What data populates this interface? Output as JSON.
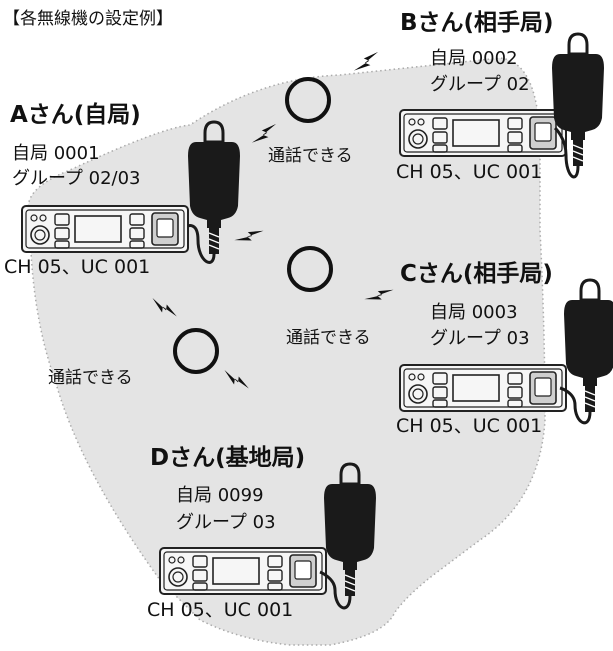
{
  "title": "【各無線機の設定例】",
  "stations": {
    "a": {
      "name": "Aさん(自局)",
      "own_id": "自局 0001",
      "group": "グループ 02/03",
      "channel": "CH 05、UC 001"
    },
    "b": {
      "name": "Bさん(相手局)",
      "own_id": "自局 0002",
      "group": "グループ 02",
      "channel": "CH 05、UC 001"
    },
    "c": {
      "name": "Cさん(相手局)",
      "own_id": "自局 0003",
      "group": "グループ 03",
      "channel": "CH 05、UC 001"
    },
    "d": {
      "name": "Dさん(基地局)",
      "own_id": "自局 0099",
      "group": "グループ 03",
      "channel": "CH 05、UC 001"
    }
  },
  "links": {
    "ab": {
      "label": "通話できる",
      "status": "○"
    },
    "ac": {
      "label": "通話できる",
      "status": "○"
    },
    "ad": {
      "label": "通話できる",
      "status": "○"
    }
  },
  "colors": {
    "area_fill": "#e4e4e4",
    "area_outline": "#aaaaaa",
    "radio_body": "#f6f6f6",
    "mic": "#1a1a1a"
  }
}
